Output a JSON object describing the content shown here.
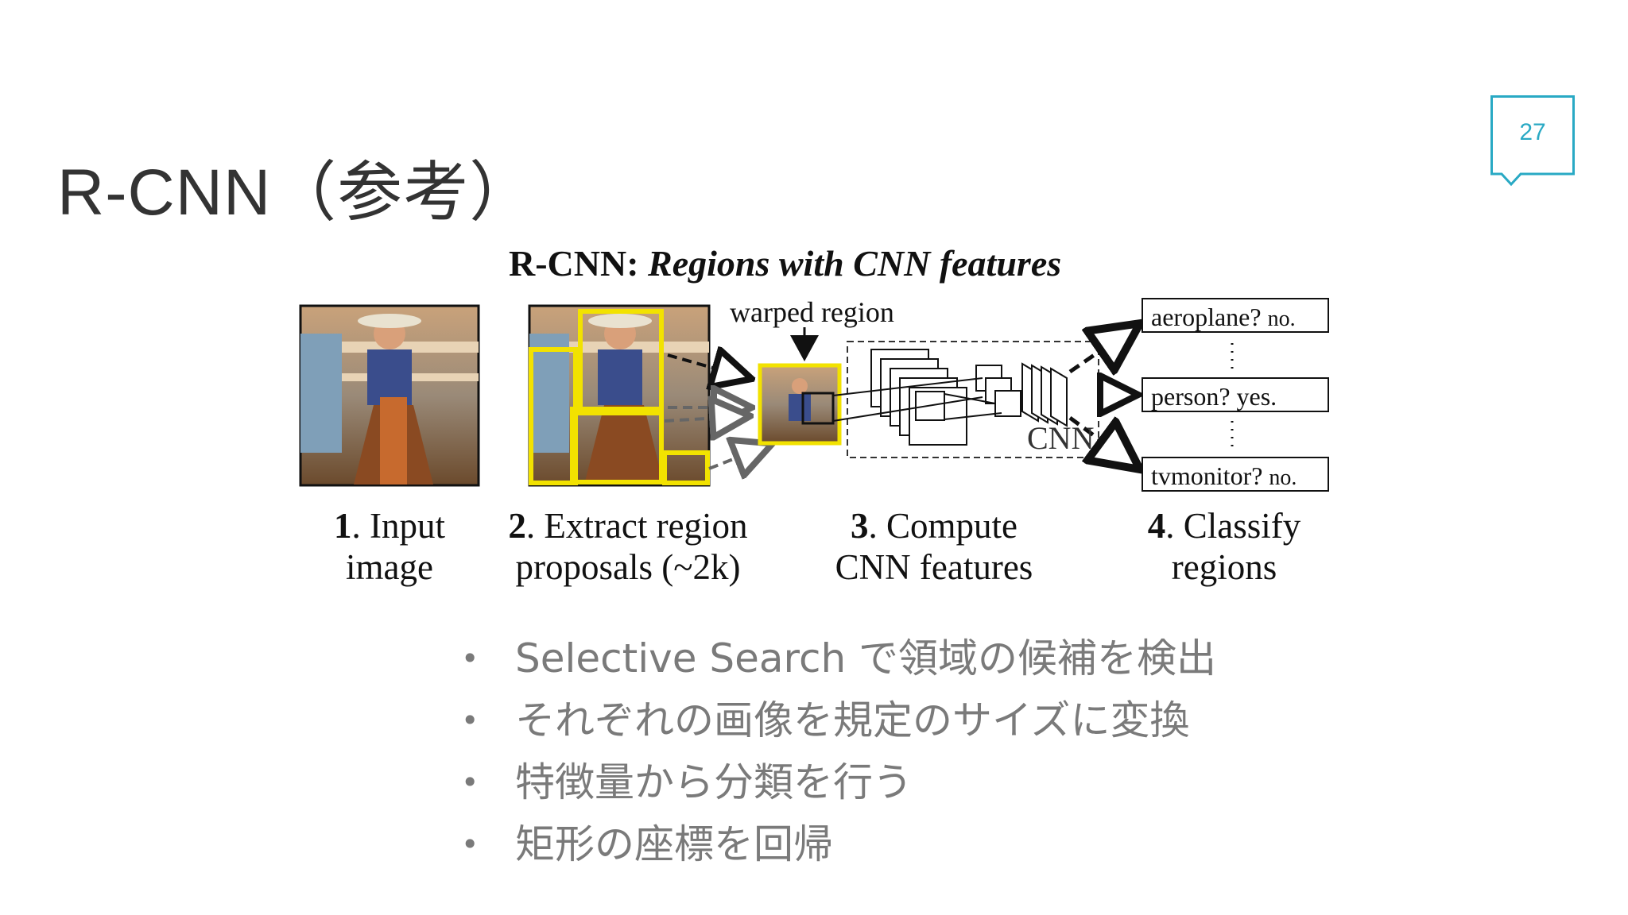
{
  "slide": {
    "title": "R-CNN（参考）",
    "page_number": "27",
    "accent_color": "#29a9c4"
  },
  "figure": {
    "title_bold": "R-CNN: ",
    "title_italic": "Regions with CNN features",
    "warped_label": "warped region",
    "cnn_label": "CNN",
    "steps": [
      {
        "num": "1",
        "line1": ". Input",
        "line2": "image"
      },
      {
        "num": "2",
        "line1": ". Extract region",
        "line2": "proposals (~2k)"
      },
      {
        "num": "3",
        "line1": ". Compute",
        "line2": "CNN features"
      },
      {
        "num": "4",
        "line1": ". Classify",
        "line2": "regions"
      }
    ],
    "classes": [
      {
        "label": "aeroplane?",
        "answer": "no."
      },
      {
        "label": "person?",
        "answer": "yes."
      },
      {
        "label": "tvmonitor?",
        "answer": "no."
      }
    ],
    "proposal_color": "#f2e200"
  },
  "bullets": [
    "Selective Search で領域の候補を検出",
    "それぞれの画像を規定のサイズに変換",
    "特徴量から分類を行う",
    "矩形の座標を回帰"
  ]
}
